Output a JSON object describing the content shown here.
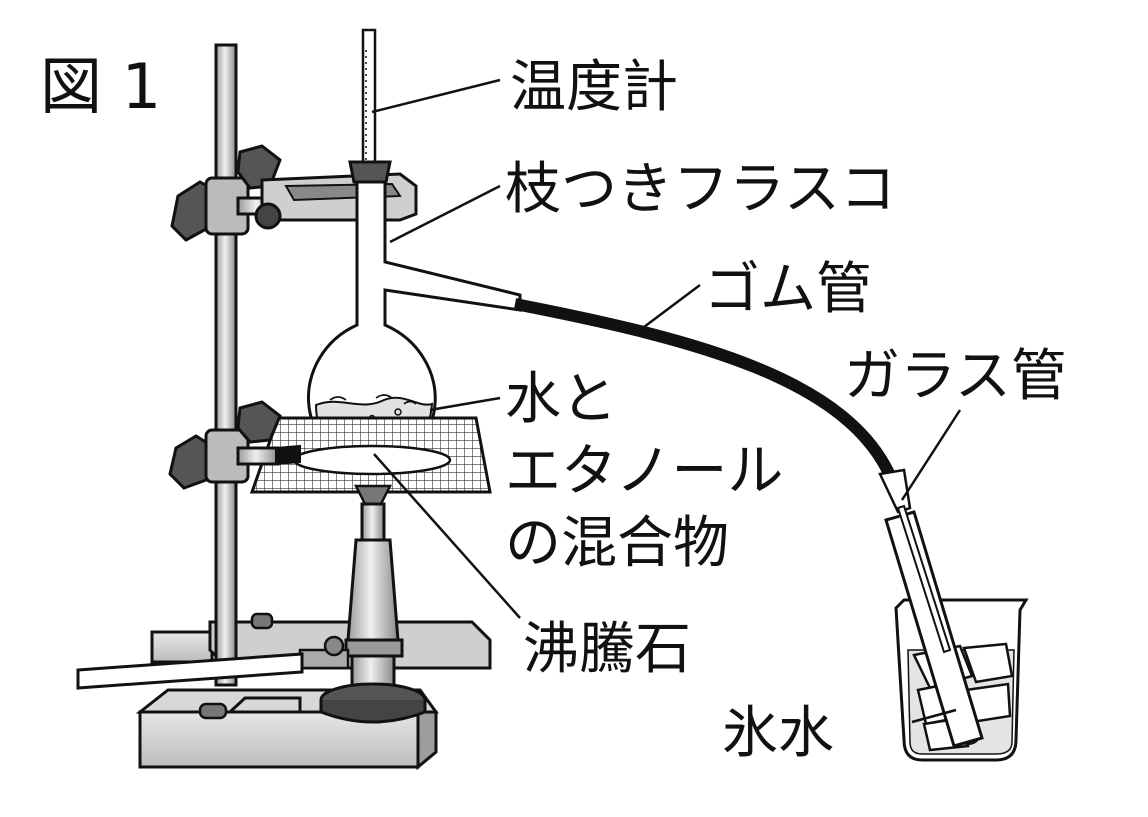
{
  "figure": {
    "title": "図 1"
  },
  "labels": {
    "thermometer": "温度計",
    "branched_flask": "枝つきフラスコ",
    "rubber_tube": "ゴム管",
    "glass_tube": "ガラス管",
    "mixture_line1": "水と",
    "mixture_line2": "エタノール",
    "mixture_line3": "の混合物",
    "boiling_stone": "沸騰石",
    "ice_water": "氷水"
  }
}
